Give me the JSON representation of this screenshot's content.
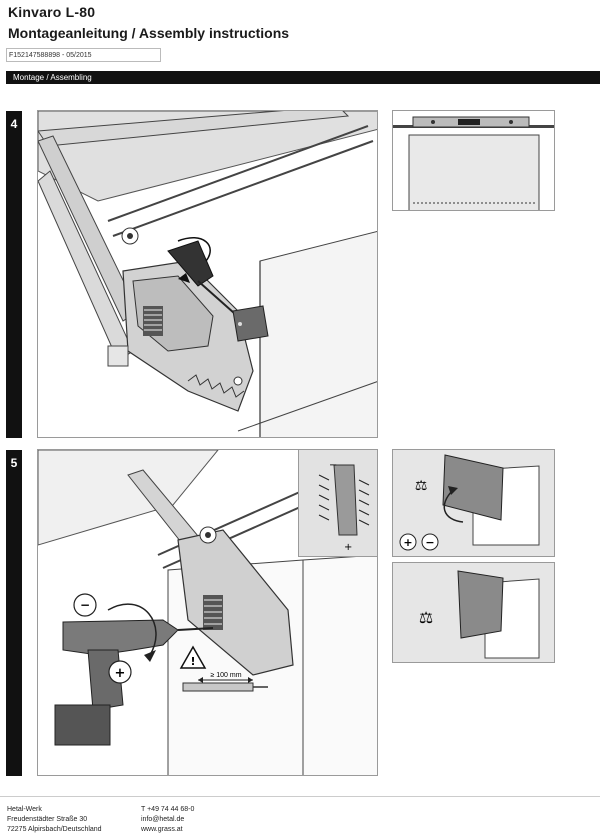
{
  "header": {
    "product": "Kinvaro  L-80",
    "title": "Montageanleitung / Assembly instructions",
    "doc_number": "F152147588898 - 05/2015"
  },
  "section": {
    "label": "Montage / Assembling"
  },
  "steps": [
    {
      "number": "4"
    },
    {
      "number": "5",
      "drill_annotation": "≥ 100 mm",
      "minus": "−",
      "plus": "+"
    }
  ],
  "footer": {
    "address": [
      "Hetal-Werk",
      "Freudenstädter Straße 30",
      "72275 Alpirsbach/Deutschland"
    ],
    "contact": [
      "T +49 74 44 68-0",
      "info@hetal.de",
      "www.grass.at"
    ]
  }
}
